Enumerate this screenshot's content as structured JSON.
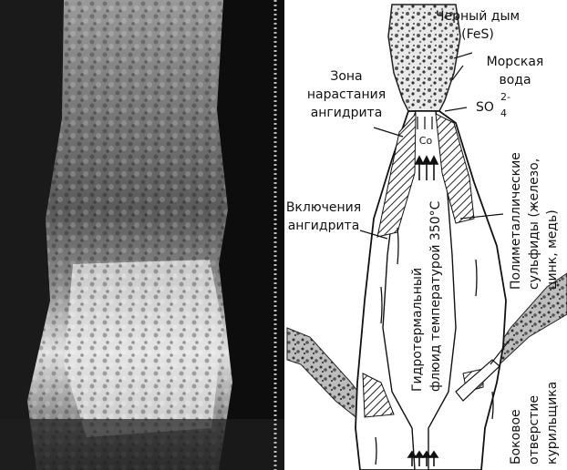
{
  "labels": {
    "black_smoke": "Черный дым",
    "fes": "(FeS)",
    "sea_water_1": "Морская",
    "sea_water_2": "вода",
    "anhydrite_zone_1": "Зона",
    "anhydrite_zone_2": "нарастания",
    "anhydrite_zone_3": "ангидрита",
    "so4": "SO",
    "so4_charge": "2-",
    "so4_sub": "4",
    "co": "Co",
    "inclusions_1": "Включения",
    "inclusions_2": "ангидрита",
    "fluid_1": "Гидротермальный",
    "fluid_2": "флюид температурой 350°С",
    "sulfides_1": "Полиметаллические",
    "sulfides_2": "сульфиды (железо,",
    "sulfides_3": "цинк, медь)",
    "side_1": "Боковое",
    "side_2": "отверстие",
    "side_3": "курильщика"
  },
  "colors": {
    "photo_background": "#0d0d0d",
    "chimney_dark": "#4a4a4a",
    "chimney_light": "#d8d8d8",
    "ink": "#111111"
  },
  "icons": [
    "up-arrow-icon"
  ]
}
